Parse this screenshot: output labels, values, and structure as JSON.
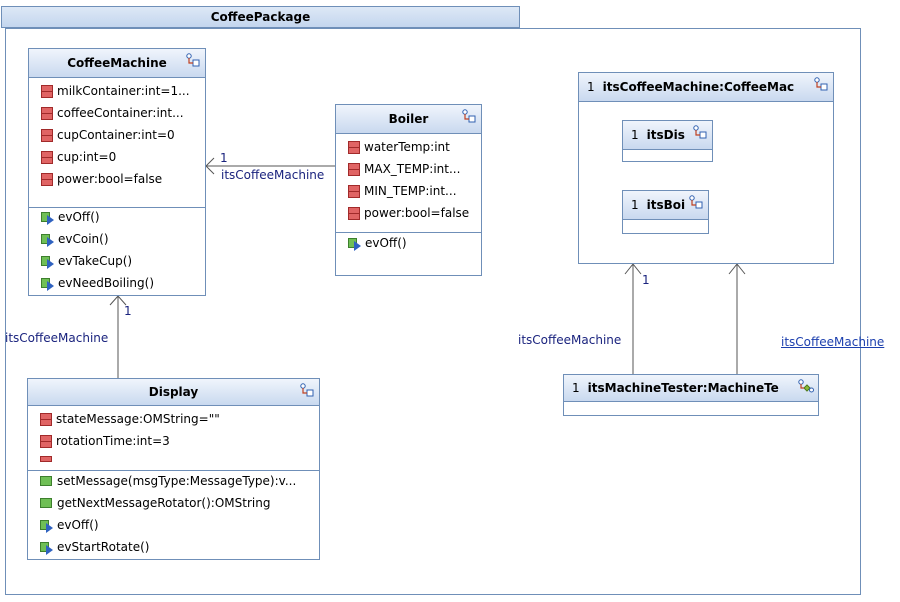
{
  "package": {
    "name": "CoffeePackage"
  },
  "classes": {
    "coffee_machine": {
      "name": "CoffeeMachine",
      "attributes": [
        "milkContainer:int=1...",
        "coffeeContainer:int...",
        "cupContainer:int=0",
        "cup:int=0",
        "power:bool=false"
      ],
      "operations": [
        "evOff()",
        "evCoin()",
        "evTakeCup()",
        "evNeedBoiling()"
      ]
    },
    "boiler": {
      "name": "Boiler",
      "attributes": [
        "waterTemp:int",
        "MAX_TEMP:int...",
        "MIN_TEMP:int...",
        "power:bool=false"
      ],
      "operations": [
        "evOff()"
      ]
    },
    "display": {
      "name": "Display",
      "attributes": [
        "stateMessage:OMString=\"\"",
        "rotationTime:int=3"
      ],
      "operations": [
        "setMessage(msgType:MessageType):v...",
        "getNextMessageRotator():OMString",
        "evOff()",
        "evStartRotate()"
      ]
    }
  },
  "instances": {
    "its_coffee_machine": {
      "multiplicity": "1",
      "name": "itsCoffeeMachine:CoffeeMac"
    },
    "its_dis": {
      "multiplicity": "1",
      "name": "itsDis"
    },
    "its_boi": {
      "multiplicity": "1",
      "name": "itsBoi"
    },
    "its_machine_tester": {
      "multiplicity": "1",
      "name": "itsMachineTester:MachineTe"
    }
  },
  "links": {
    "boiler_to_cm_role": "itsCoffeeMachine",
    "boiler_to_cm_mult": "1",
    "display_to_cm_role": "itsCoffeeMachine",
    "display_to_cm_mult": "1",
    "tester_to_cm_role": "itsCoffeeMachine",
    "tester_to_cm_mult": "1",
    "tester_to_cm_role2": "itsCoffeeMachine"
  }
}
